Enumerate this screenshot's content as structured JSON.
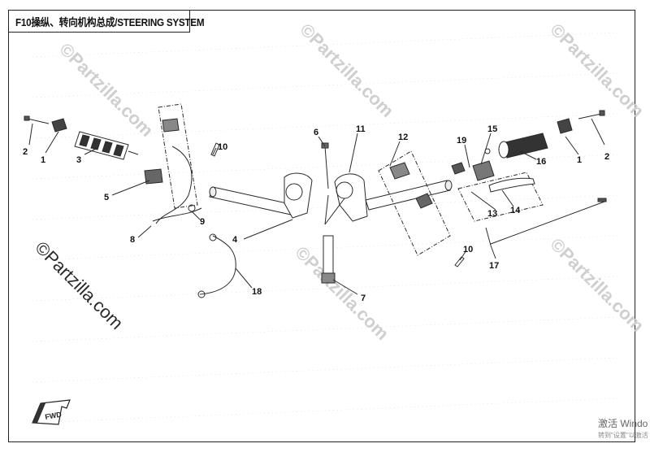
{
  "title": "F10操纵、转向机构总成/STEERING SYSTEM",
  "watermark": "©Partzilla.com",
  "fwd_label": "FWD",
  "windows_activation": {
    "line1": "激活 Windo",
    "line2": "转到\"设置\"以激活"
  },
  "callouts": {
    "c1a": "1",
    "c1b": "1",
    "c2a": "2",
    "c2b": "2",
    "c3": "3",
    "c4": "4",
    "c5": "5",
    "c6": "6",
    "c7": "7",
    "c8": "8",
    "c9": "9",
    "c10a": "10",
    "c10b": "10",
    "c11": "11",
    "c12": "12",
    "c13": "13",
    "c14": "14",
    "c15": "15",
    "c16": "16",
    "c17": "17",
    "c18": "18",
    "c19": "19"
  },
  "colors": {
    "line": "#2a2a2a",
    "watermark": "#c8c8c8",
    "frame": "#222222"
  }
}
